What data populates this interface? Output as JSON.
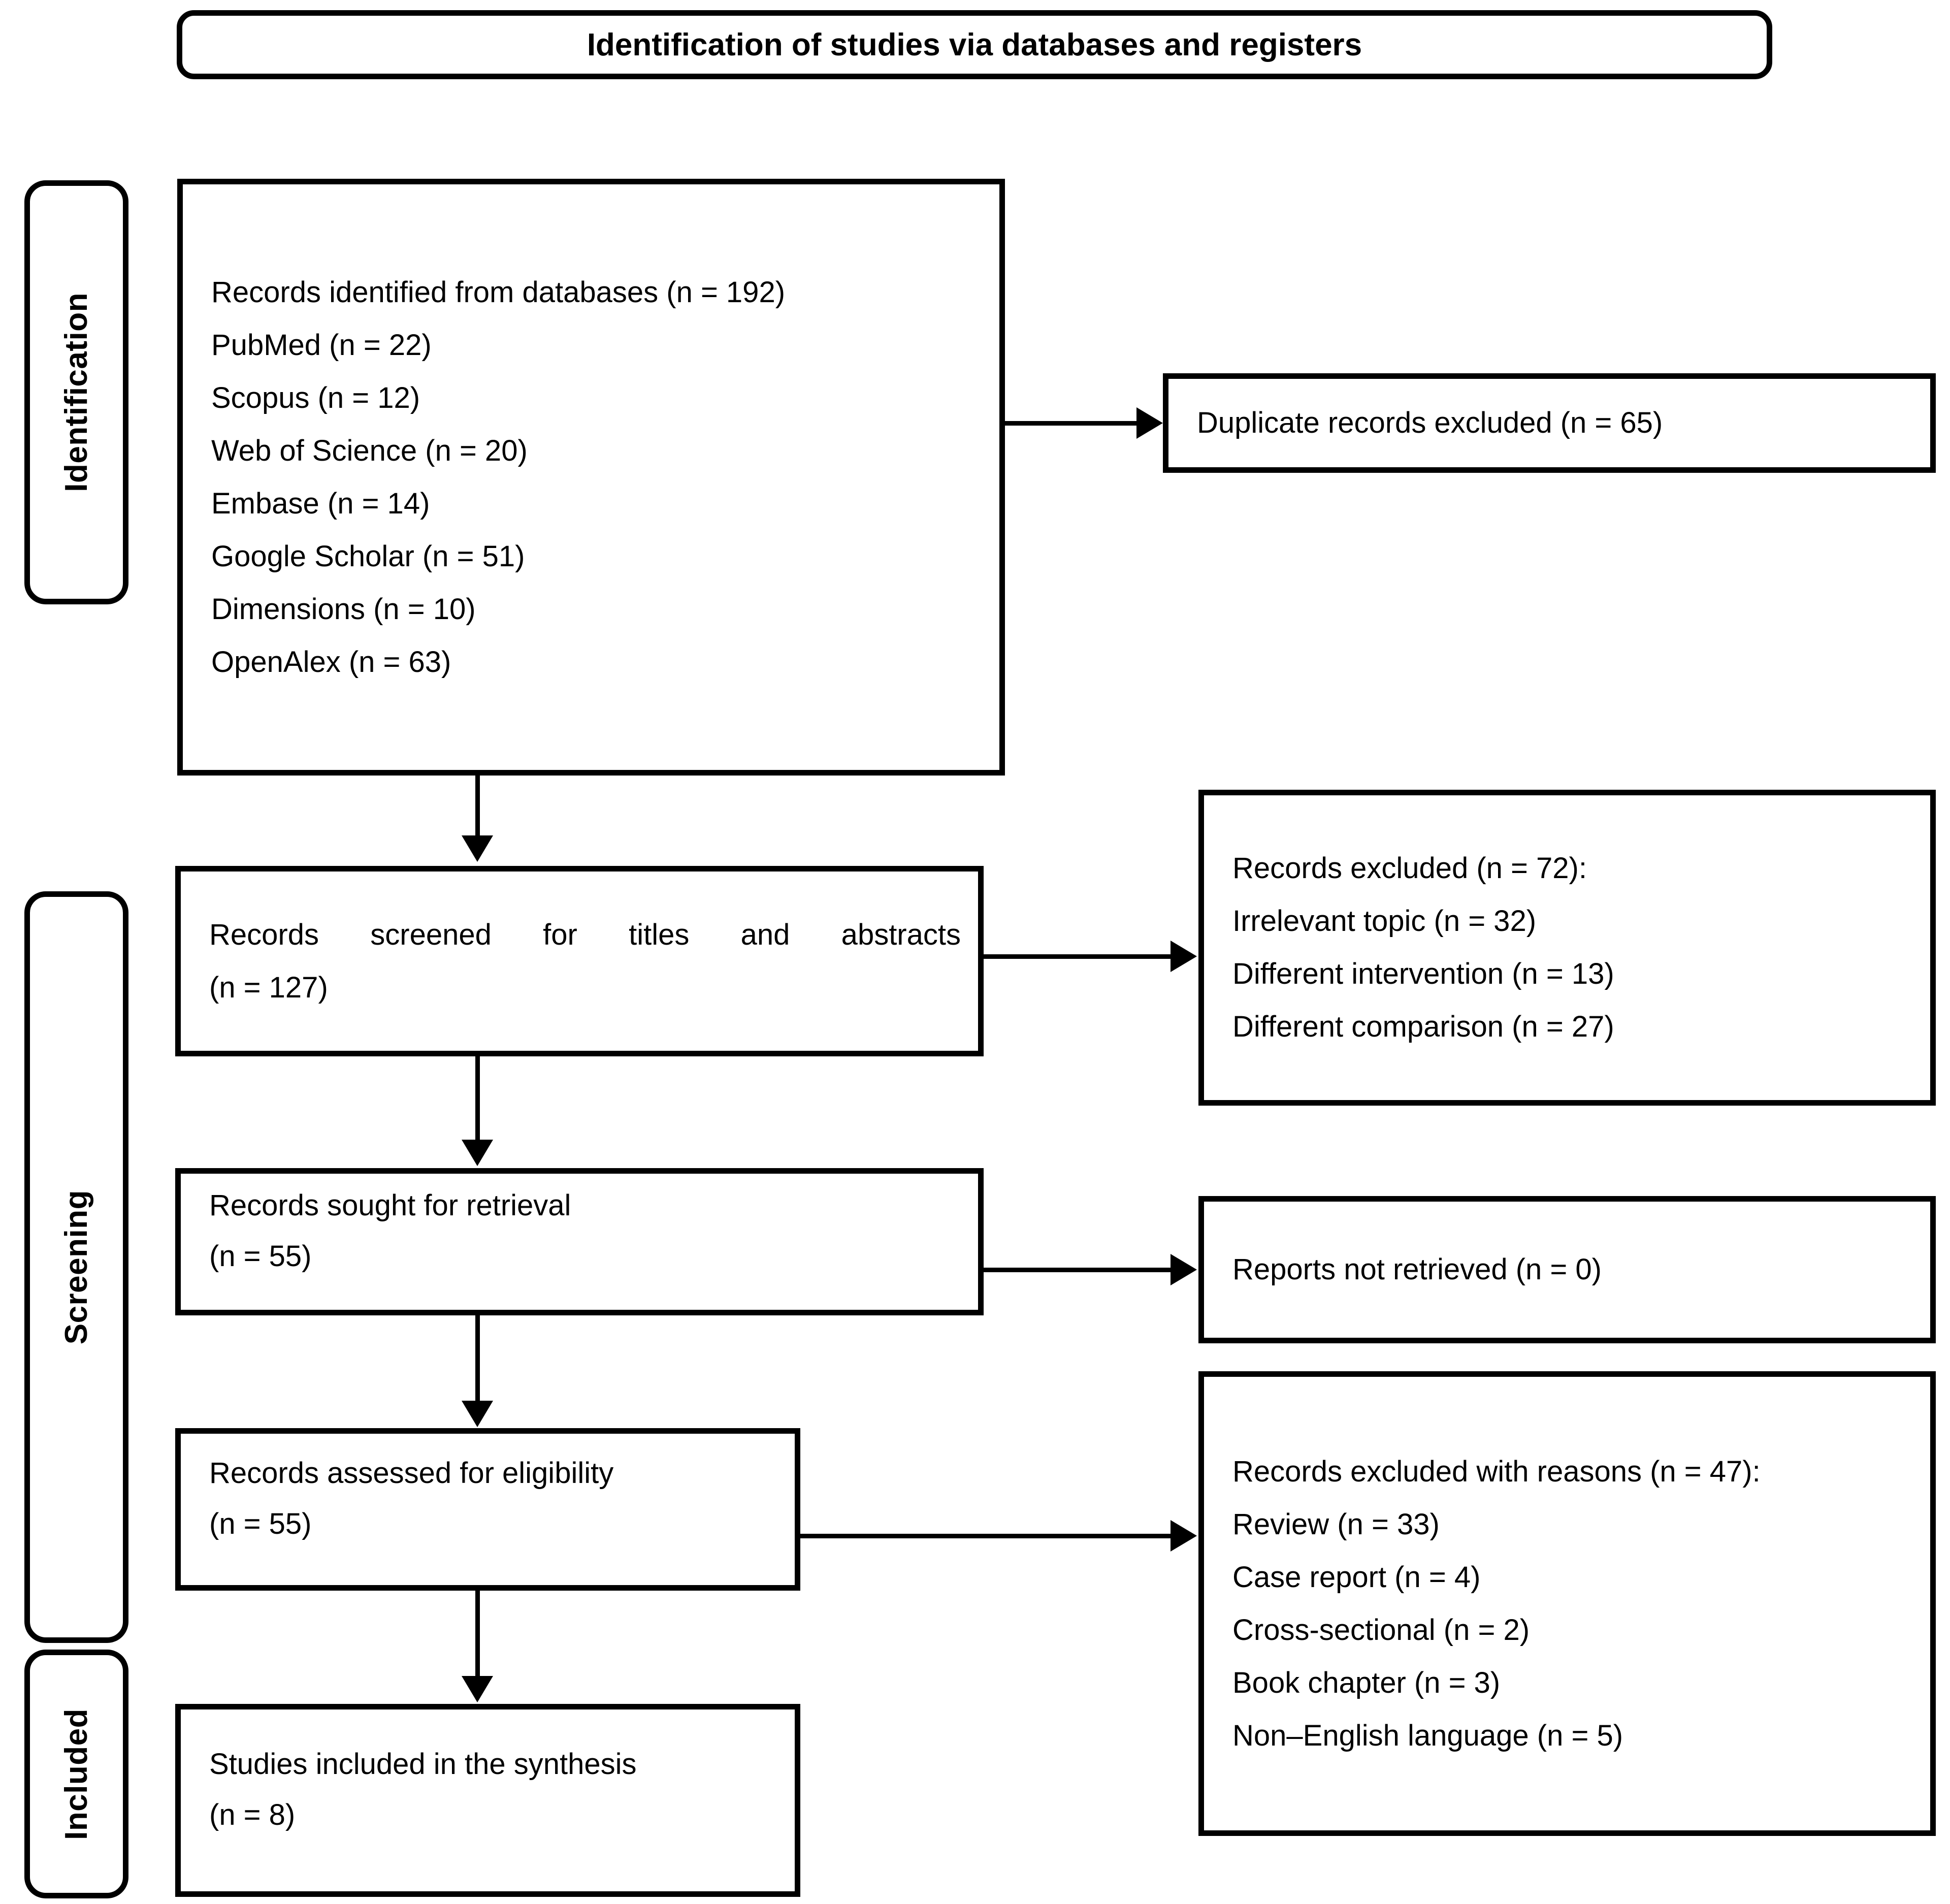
{
  "header": {
    "title": "Identification of studies via databases and registers"
  },
  "phases": [
    {
      "label": "Identification"
    },
    {
      "label": "Screening"
    },
    {
      "label": "Included"
    }
  ],
  "flow": {
    "identification_box": {
      "lines": [
        "Records identified from databases (n = 192)",
        "PubMed (n = 22)",
        "Scopus (n = 12)",
        "Web of Science (n = 20)",
        "Embase (n = 14)",
        "Google Scholar (n = 51)",
        "Dimensions (n = 10)",
        "OpenAlex (n = 63)"
      ]
    },
    "duplicates_box": {
      "lines": [
        "Duplicate records excluded (n = 65)"
      ]
    },
    "screened_box": {
      "lines": [
        "Records screened for titles and abstracts",
        "(n = 127)"
      ]
    },
    "excluded_screening_box": {
      "lines": [
        "Records excluded (n = 72):",
        "Irrelevant topic (n = 32)",
        "Different intervention (n = 13)",
        "Different comparison (n = 27)"
      ]
    },
    "sought_box": {
      "lines": [
        "Records sought for retrieval",
        "(n = 55)"
      ]
    },
    "not_retrieved_box": {
      "lines": [
        "Reports not retrieved (n = 0)"
      ]
    },
    "assessed_box": {
      "lines": [
        "Records assessed for eligibility",
        "(n = 55)"
      ]
    },
    "excluded_reasons_box": {
      "lines": [
        "Records excluded with reasons (n = 47):",
        "Review (n = 33)",
        "Case report (n = 4)",
        "Cross-sectional (n = 2)",
        "Book chapter (n = 3)",
        "Non–English language (n = 5)"
      ]
    },
    "included_box": {
      "lines": [
        "Studies included in the synthesis",
        "(n = 8)"
      ]
    }
  },
  "colors": {
    "stroke": "#000000",
    "fill": "#ffffff"
  }
}
